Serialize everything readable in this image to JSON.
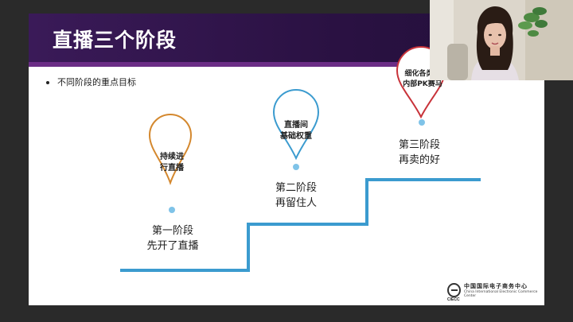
{
  "slide": {
    "title": "直播三个阶段",
    "bullet": "不同阶段的重点目标",
    "pins": [
      {
        "text": "持续进\n行直播",
        "color": "#d4882e"
      },
      {
        "text": "直播间\n基础权重",
        "color": "#3b9bcf"
      },
      {
        "text": "细化各类指\n内部PK赛马",
        "color": "#c8333a"
      }
    ],
    "stages": [
      {
        "line1": "第一阶段",
        "line2": "先开了直播"
      },
      {
        "line1": "第二阶段",
        "line2": "再留住人"
      },
      {
        "line1": "第三阶段",
        "line2": "再卖的好"
      }
    ],
    "stairs_color": "#3b9bcf",
    "logo": {
      "cn": "中国国际电子商务中心",
      "en": "China International Electronic Commerce Center",
      "abbr": "CIECC"
    }
  },
  "video": {
    "description_colors": {
      "wall": "#d9d3c7",
      "hair": "#2a1c15",
      "skin": "#e8c2ad",
      "plant": "#3f7a3a"
    }
  }
}
